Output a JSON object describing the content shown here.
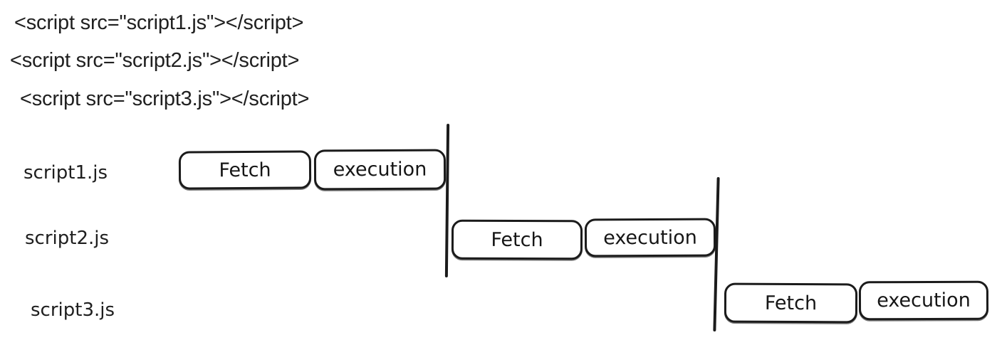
{
  "colors": {
    "ink": "#1b1b1b",
    "background": "#ffffff"
  },
  "code_block": {
    "lines": [
      "<script src=\"script1.js\"></script>",
      "<script src=\"script2.js\"></script>",
      "<script src=\"script3.js\"></script>"
    ]
  },
  "timeline": {
    "rows": [
      {
        "label": "script1.js",
        "fetch": "Fetch",
        "execution": "execution"
      },
      {
        "label": "script2.js",
        "fetch": "Fetch",
        "execution": "execution"
      },
      {
        "label": "script3.js",
        "fetch": "Fetch",
        "execution": "execution"
      }
    ]
  }
}
